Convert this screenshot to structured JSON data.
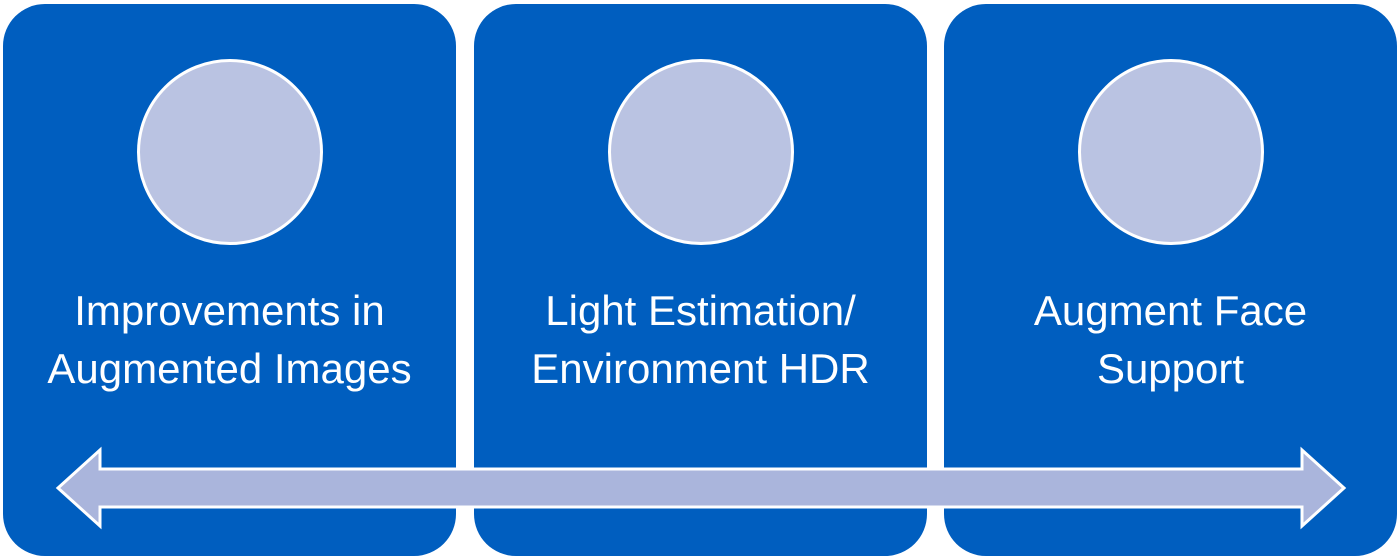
{
  "colors": {
    "panel_fill": "#005EBF",
    "circle_fill": "#BAC3E2",
    "arrow_fill": "#AAB5DC",
    "outline": "#FFFFFF",
    "text": "#FFFFFF"
  },
  "panels": [
    {
      "line1": "Improvements in",
      "line2": "Augmented Images"
    },
    {
      "line1": "Light Estimation/",
      "line2": "Environment HDR"
    },
    {
      "line1": "Augment Face",
      "line2": "Support"
    }
  ],
  "arrow": {
    "direction": "bidirectional"
  }
}
